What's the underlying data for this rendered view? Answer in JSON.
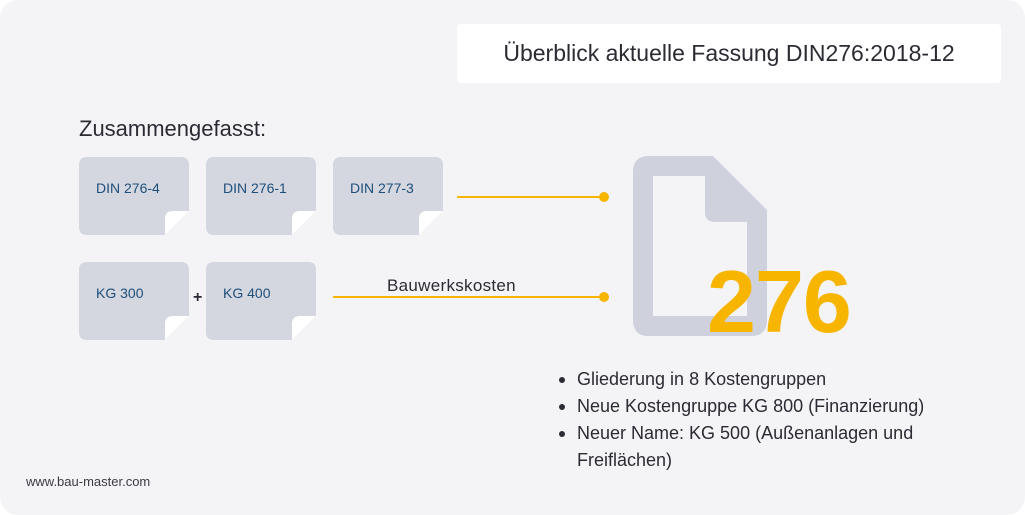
{
  "title": "Überblick aktuelle Fassung DIN276:2018-12",
  "heading": "Zusammengefasst:",
  "cards_top": [
    "DIN 276-4",
    "DIN 276-1",
    "DIN 277-3"
  ],
  "cards_bottom": [
    "KG 300",
    "KG 400"
  ],
  "plus": "+",
  "connector_label": "Bauwerkskosten",
  "document_icon": "file-icon",
  "big_number": "276",
  "bullets": [
    "Gliederung in 8 Kostengruppen",
    "Neue Kostengruppe KG 800 (Finanzierung)",
    "Neuer Name: KG 500 (Außenanlagen und Freiflächen)"
  ],
  "footer": "www.bau-master.com",
  "colors": {
    "accent": "#f7b500",
    "card": "#d5d7e0",
    "card_text": "#1e4f7a",
    "background": "#f4f4f7"
  }
}
